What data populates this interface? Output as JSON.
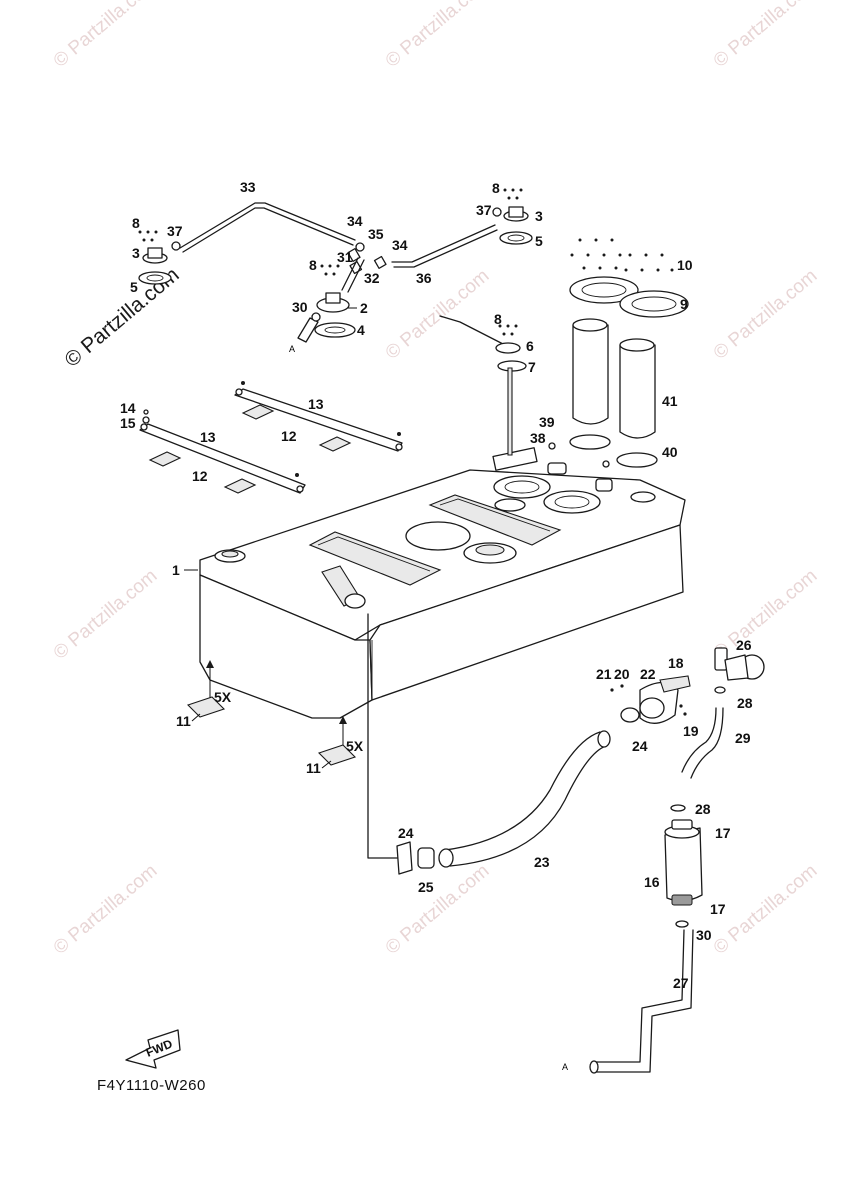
{
  "watermark": {
    "text": "© Partzilla.com",
    "color": "#d6b3b3"
  },
  "watermark_corner": {
    "text": "© Partzilla.com"
  },
  "diagram_code": "F4Y1110-W260",
  "fwd_label": "FWD",
  "marker_a": "A",
  "callouts": {
    "c1": "1",
    "c2": "2",
    "c3a": "3",
    "c3b": "3",
    "c4": "4",
    "c5a": "5",
    "c5b": "5",
    "c6": "6",
    "c7": "7",
    "c8a": "8",
    "c8b": "8",
    "c8c": "8",
    "c8d": "8",
    "c9": "9",
    "c10": "10",
    "c11a": "11",
    "c11b": "11",
    "c12a": "12",
    "c12b": "12",
    "c13a": "13",
    "c13b": "13",
    "c14": "14",
    "c15": "15",
    "c16": "16",
    "c17a": "17",
    "c17b": "17",
    "c18": "18",
    "c19": "19",
    "c20": "20",
    "c21": "21",
    "c22": "22",
    "c23": "23",
    "c24a": "24",
    "c24b": "24",
    "c25": "25",
    "c26": "26",
    "c27": "27",
    "c28a": "28",
    "c28b": "28",
    "c29": "29",
    "c30a": "30",
    "c30b": "30",
    "c31": "31",
    "c32": "32",
    "c33": "33",
    "c34a": "34",
    "c34b": "34",
    "c35": "35",
    "c36": "36",
    "c37a": "37",
    "c37b": "37",
    "c38": "38",
    "c39": "39",
    "c40": "40",
    "c41": "41",
    "qty_a": "5X",
    "qty_b": "5X"
  }
}
